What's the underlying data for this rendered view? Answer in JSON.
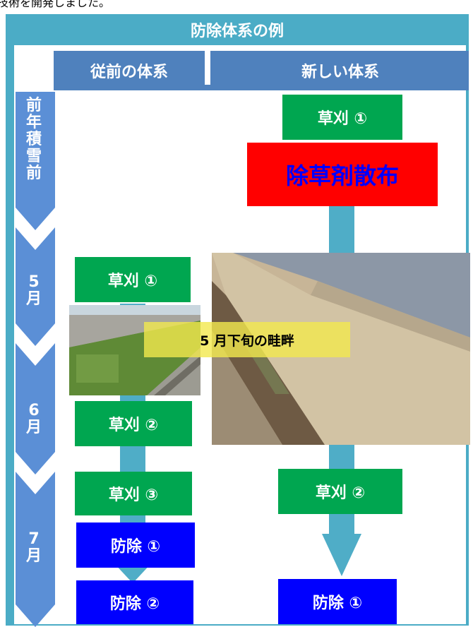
{
  "caption_fragment": "技術を開発しました。",
  "title": "防除体系の例",
  "headers": {
    "old_system": "従前の体系",
    "new_system": "新しい体系"
  },
  "timeline": {
    "pre_snow": [
      "前",
      "年",
      "積",
      "雪",
      "前"
    ],
    "may": [
      "5",
      "月"
    ],
    "june": [
      "6",
      "月"
    ],
    "july": [
      "7",
      "月"
    ]
  },
  "old_steps": {
    "mow1": "草刈 ①",
    "mow2": "草刈 ②",
    "mow3": "草刈 ③",
    "control1": "防除 ①",
    "control2": "防除 ②"
  },
  "new_steps": {
    "mow1": "草刈 ①",
    "herbicide": "除草剤散布",
    "mow2": "草刈 ②",
    "control1": "防除 ①"
  },
  "photo_label": "5 月下旬の畦畔",
  "colors": {
    "frame": "#4bacc6",
    "header_band": "#4f81bd",
    "timeline": "#5b8fd6",
    "arrow": "#4fadc7",
    "mow_box": "#00a650",
    "control_box": "#0000ff",
    "herbicide_box": "#ff0000",
    "herbicide_text": "#0000ff",
    "photo_label_bg": "#f2e94e"
  },
  "icons": [
    "arrow-down-icon",
    "chevron-down-icon"
  ]
}
